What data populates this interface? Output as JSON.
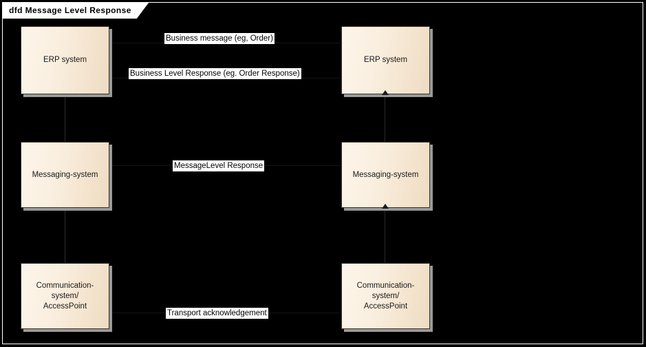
{
  "frame": {
    "title": "dfd Message Level Response",
    "background_color": "#000000",
    "border_color": "#ffffff",
    "tab_background": "#ffffff",
    "tab_text_color": "#000000"
  },
  "theme": {
    "node_fill_light": "#fdf5ea",
    "node_fill_dark": "#ecdcc2",
    "node_border": "#3b2f22",
    "node_shadow": "#9a9a9a",
    "label_background": "#ffffff",
    "label_text": "#000000"
  },
  "nodes": [
    {
      "id": "erp-left",
      "label": "ERP system",
      "column": "left",
      "row": "top"
    },
    {
      "id": "erp-right",
      "label": "ERP system",
      "column": "right",
      "row": "top"
    },
    {
      "id": "msg-left",
      "label": "Messaging-system",
      "column": "left",
      "row": "middle"
    },
    {
      "id": "msg-right",
      "label": "Messaging-system",
      "column": "right",
      "row": "middle"
    },
    {
      "id": "comm-left",
      "label": "Communication-\nsystem/\nAccessPoint",
      "column": "left",
      "row": "bottom"
    },
    {
      "id": "comm-right",
      "label": "Communication-\nsystem/\nAccessPoint",
      "column": "right",
      "row": "bottom"
    }
  ],
  "messages": [
    {
      "id": "business-message",
      "label": "Business message (eg, Order)",
      "row": "top"
    },
    {
      "id": "business-level-response",
      "label": "Business Level Response (eg. Order Response)",
      "row": "top"
    },
    {
      "id": "message-level-response",
      "label": "MessageLevel Response",
      "row": "middle"
    },
    {
      "id": "transport-acknowledgement",
      "label": "Transport acknowledgement",
      "row": "bottom"
    }
  ]
}
